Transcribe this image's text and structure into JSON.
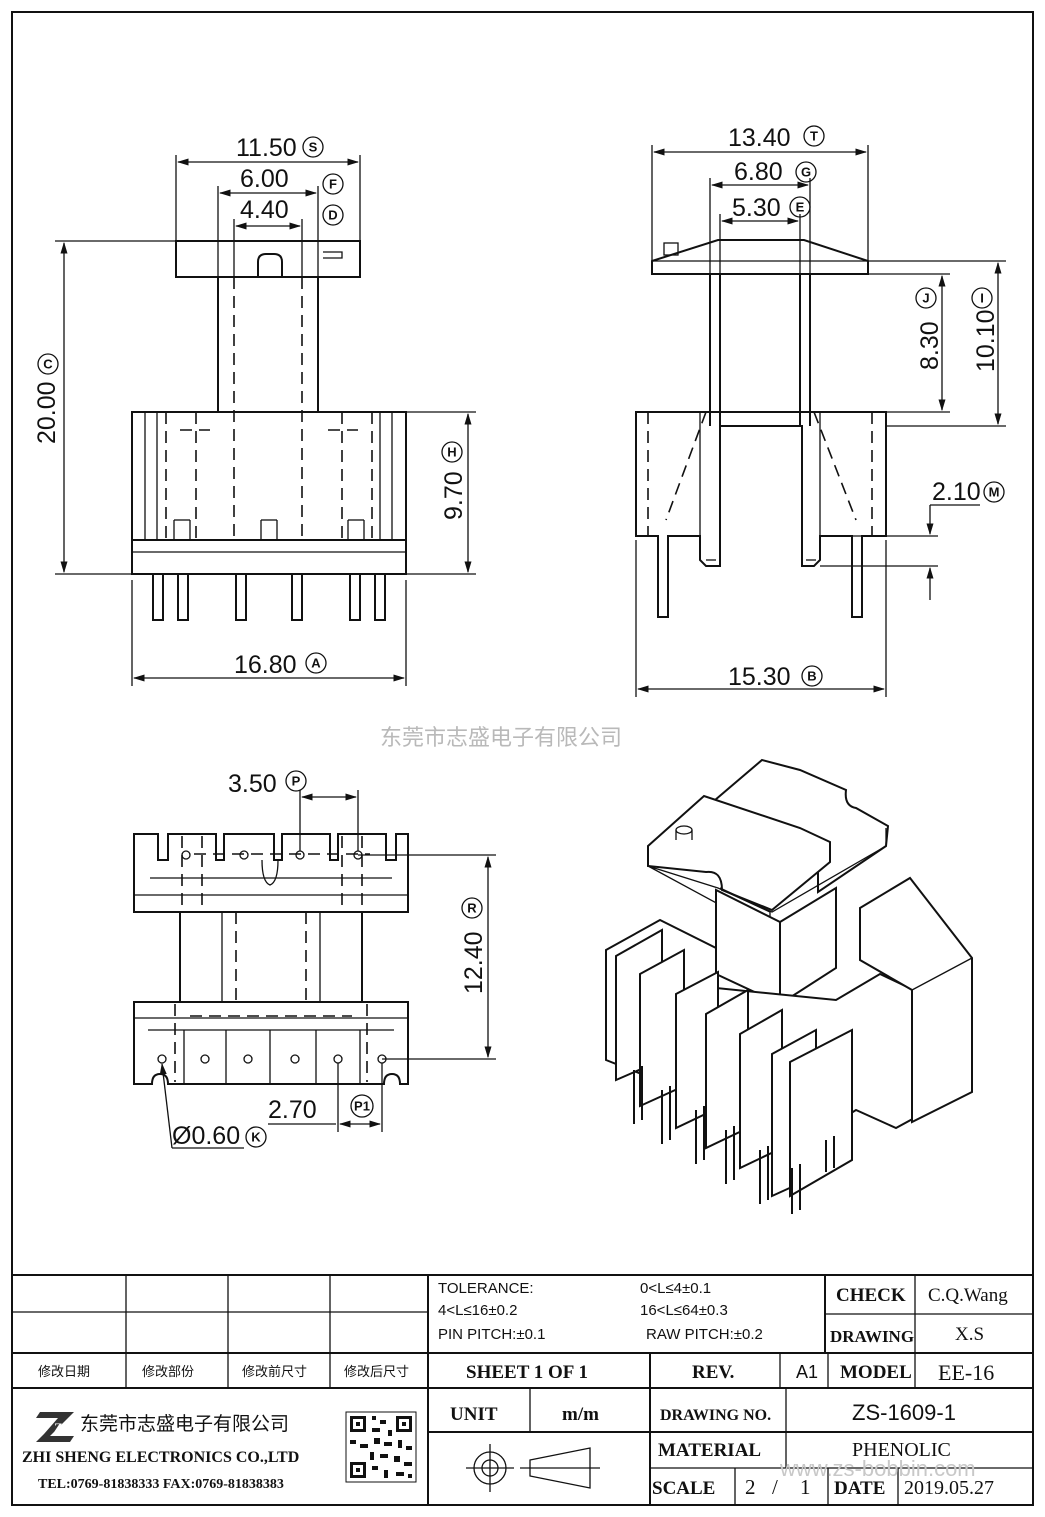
{
  "dimensions": {
    "d_s": {
      "value": "11.50",
      "label": "S"
    },
    "d_f": {
      "value": "6.00",
      "label": "F"
    },
    "d_d": {
      "value": "4.40",
      "label": "D"
    },
    "d_c": {
      "value": "20.00",
      "label": "C"
    },
    "d_h": {
      "value": "9.70",
      "label": "H"
    },
    "d_a": {
      "value": "16.80",
      "label": "A"
    },
    "d_t": {
      "value": "13.40",
      "label": "T"
    },
    "d_g": {
      "value": "6.80",
      "label": "G"
    },
    "d_e": {
      "value": "5.30",
      "label": "E"
    },
    "d_j": {
      "value": "8.30",
      "label": "J"
    },
    "d_i": {
      "value": "10.10",
      "label": "I"
    },
    "d_m": {
      "value": "2.10",
      "label": "M"
    },
    "d_b": {
      "value": "15.30",
      "label": "B"
    },
    "d_p": {
      "value": "3.50",
      "label": "P"
    },
    "d_r": {
      "value": "12.40",
      "label": "R"
    },
    "d_p1": {
      "value": "2.70",
      "label": "P1"
    },
    "d_k": {
      "value": "Ø0.60",
      "label": "K"
    }
  },
  "watermark": {
    "company_cn": "东莞市志盛电子有限公司",
    "url": "www.zs-bobbin.com"
  },
  "title_block": {
    "tolerance_title": "TOLERANCE:",
    "tol_1": "0<L≤4±0.1",
    "tol_2": "4<L≤16±0.2",
    "tol_3": "16<L≤64±0.3",
    "pin_pitch": "PIN PITCH:±0.1",
    "raw_pitch": "RAW PITCH:±0.2",
    "check_label": "CHECK",
    "check_value": "C.Q.Wang",
    "drawing_label": "DRAWING",
    "drawing_value": "X.S",
    "rev_cols": [
      "修改日期",
      "修改部份",
      "修改前尺寸",
      "修改后尺寸"
    ],
    "sheet": "SHEET 1 OF 1",
    "rev_label": "REV.",
    "rev_value": "A1",
    "model_label": "MODEL",
    "model_value": "EE-16",
    "unit_label": "UNIT",
    "unit_value": "m/m",
    "drawing_no_label": "DRAWING NO.",
    "drawing_no_value": "ZS-1609-1",
    "material_label": "MATERIAL",
    "material_value": "PHENOLIC",
    "scale_label": "SCALE",
    "scale_num": "2",
    "scale_sep": "/",
    "scale_den": "1",
    "date_label": "DATE",
    "date_value": "2019.05.27",
    "company_cn": "东莞市志盛电子有限公司",
    "company_en": "ZHI SHENG ELECTRONICS CO.,LTD",
    "contact": "TEL:0769-81838333 FAX:0769-81838383",
    "logo_text": "ZS"
  }
}
